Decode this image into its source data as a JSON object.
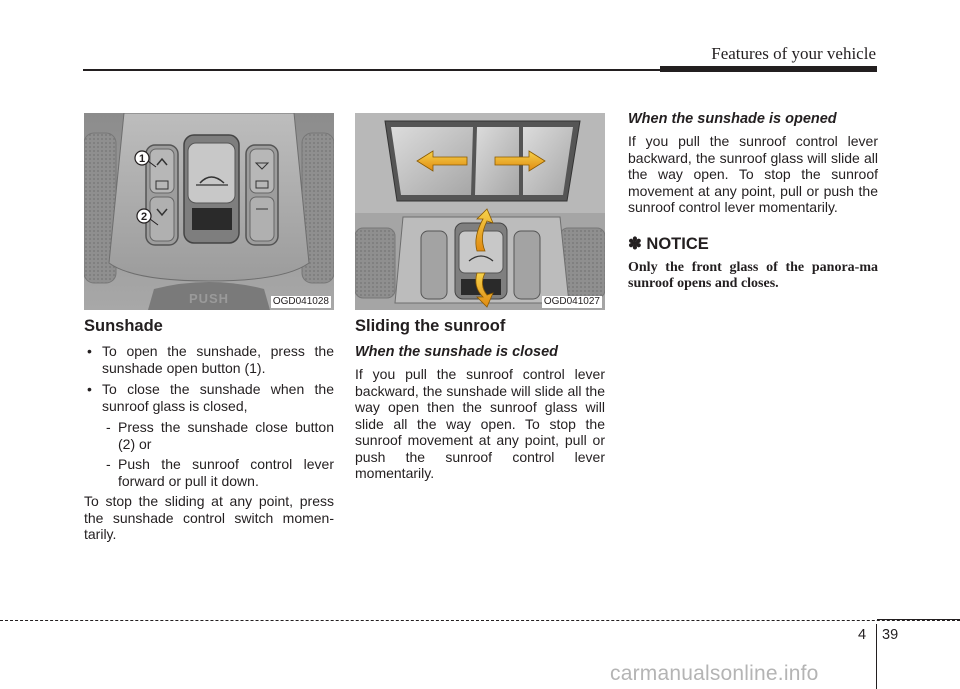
{
  "header": {
    "title": "Features of your vehicle"
  },
  "figures": {
    "left": {
      "code": "OGD041028",
      "callout_1": "1",
      "callout_2": "2",
      "push_label": "PUSH"
    },
    "right": {
      "code": "OGD041027"
    }
  },
  "col1": {
    "heading": "Sunshade",
    "bullet_1": "To open the sunshade, press the sunshade open button (1).",
    "bullet_2": "To close the sunshade when the sunroof glass is closed,",
    "dash_1": "Press the sunshade close button (2) or",
    "dash_2": "Push the sunroof control lever forward or pull it down.",
    "para": "To stop the sliding at any point, press the sunshade control switch momen-tarily."
  },
  "col2": {
    "heading": "Sliding the sunroof",
    "subheading": "When the sunshade is closed",
    "para": "If you pull the sunroof control lever backward, the sunshade will slide all the way open then the sunroof glass will slide all the way open. To stop the sunroof movement at any point, pull or push the sunroof control lever momentarily."
  },
  "col3": {
    "subheading": "When the sunshade is opened",
    "para": "If you pull the sunroof control lever backward, the sunroof glass will slide all the way open. To stop the sunroof movement at any point, pull or push the sunroof control lever momentarily.",
    "notice_title": "✽ NOTICE",
    "notice_body": "Only the front glass of the panora-ma sunroof opens and closes."
  },
  "footer": {
    "chapter": "4",
    "page": "39",
    "watermark": "carmanualsonline.info"
  }
}
